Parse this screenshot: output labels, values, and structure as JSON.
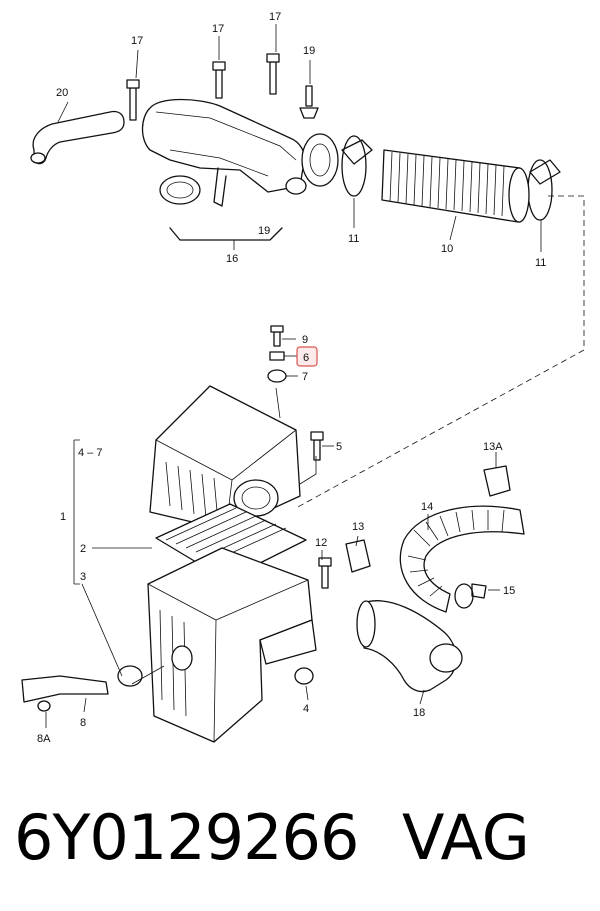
{
  "diagram": {
    "callouts": [
      "17",
      "17",
      "17",
      "19",
      "20",
      "11",
      "10",
      "11",
      "19",
      "16",
      "9",
      "6",
      "7",
      "5",
      "4 – 7",
      "1",
      "2",
      "3",
      "13A",
      "13",
      "14",
      "12",
      "15",
      "8",
      "8A",
      "4",
      "18"
    ]
  },
  "footer": {
    "part_number": "6Y0129266",
    "brand": "VAG"
  },
  "colors": {
    "highlight_border": "#d9534f",
    "line": "#111111"
  }
}
